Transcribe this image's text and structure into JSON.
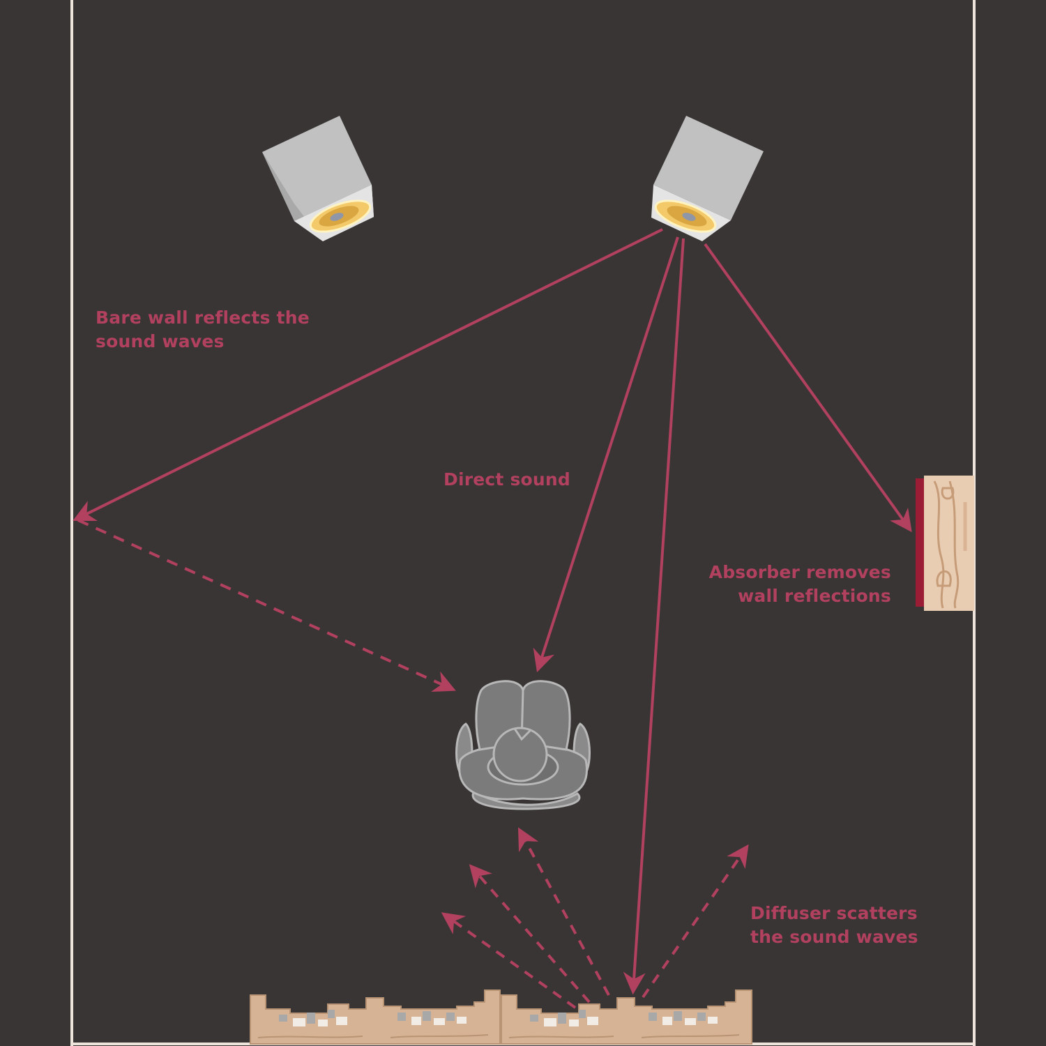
{
  "labels": {
    "bare_wall": "Bare wall reflects the\nsound waves",
    "direct_sound": "Direct sound",
    "absorber": "Absorber removes\nwall reflections",
    "diffuser": "Diffuser scatters\nthe sound waves"
  },
  "colors": {
    "background": "#3a3535",
    "wall": "#efe4dc",
    "accent": "#b2405f",
    "speaker": "#bdbdbd",
    "listener": "#7b7b7b",
    "wood": "#d5b394"
  },
  "icons": {
    "left_speaker": "speaker-icon",
    "right_speaker": "speaker-icon",
    "listener": "listener-icon",
    "absorber": "absorber-panel-icon",
    "diffuser": "diffuser-panel-icon"
  }
}
